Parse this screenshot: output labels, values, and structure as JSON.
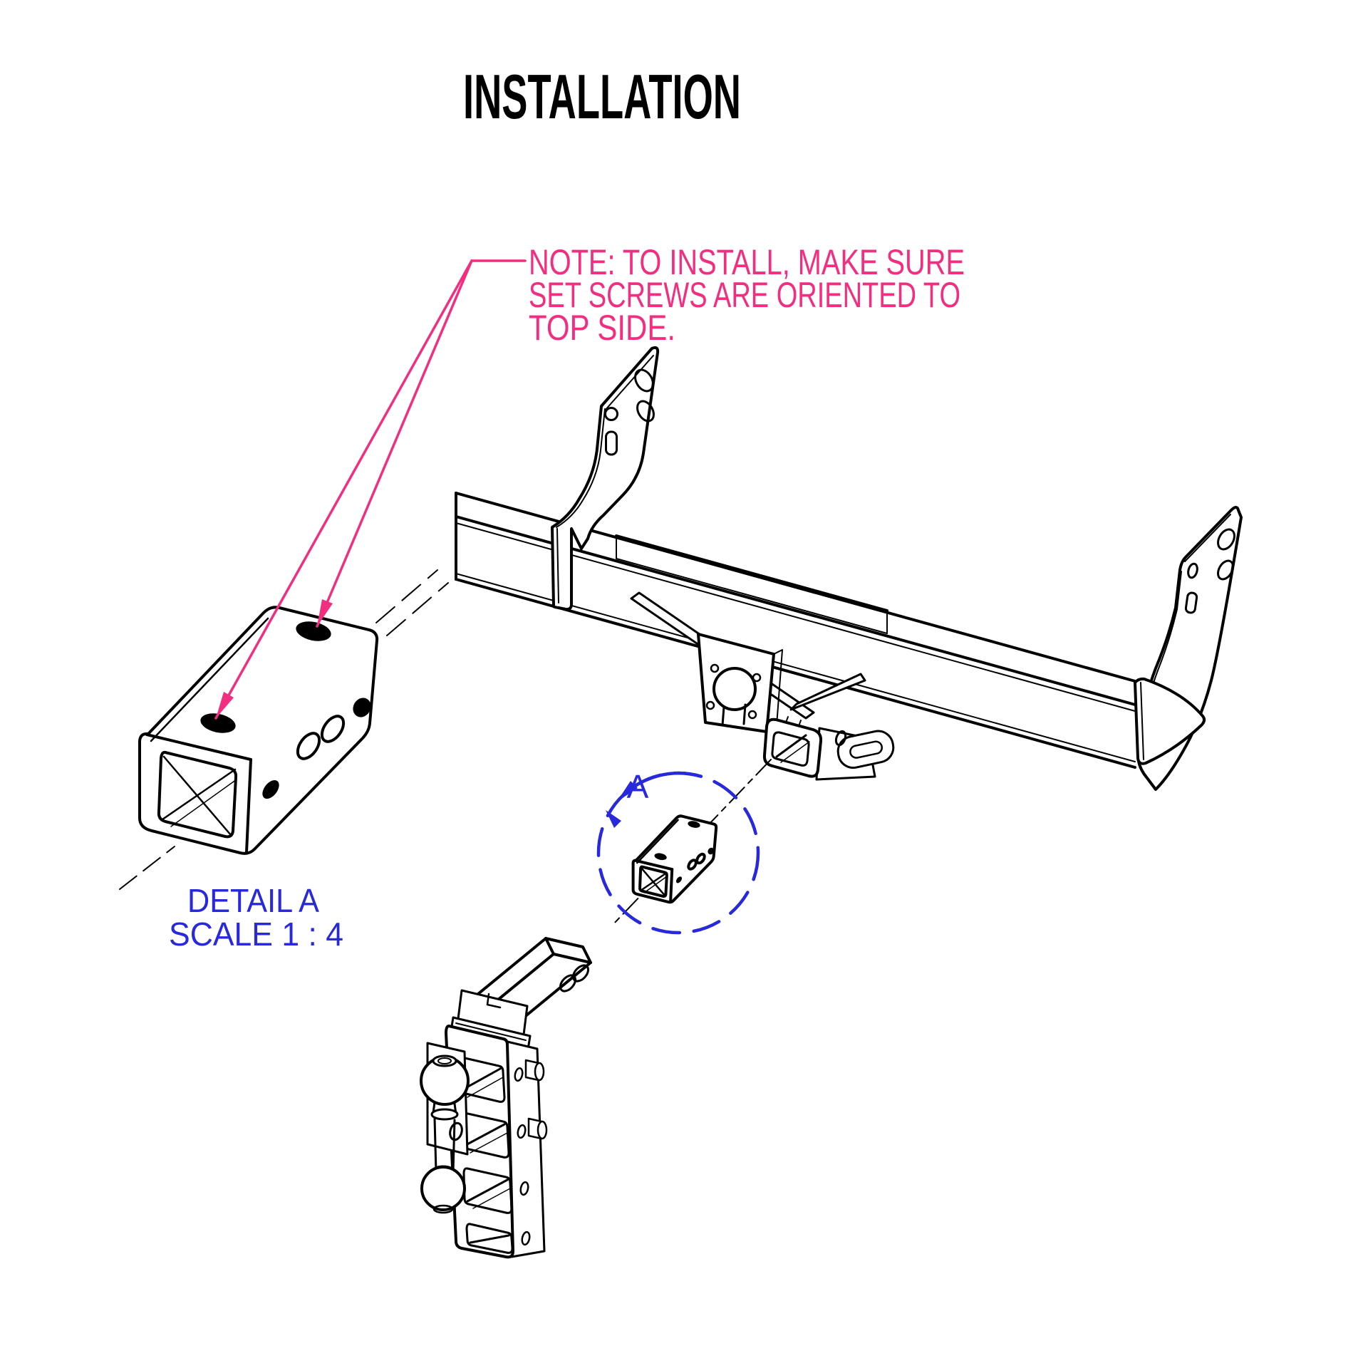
{
  "title": "INSTALLATION",
  "note": {
    "line1": "NOTE: TO INSTALL, MAKE SURE",
    "line2": "SET SCREWS ARE ORIENTED TO",
    "line3": "TOP SIDE."
  },
  "detail_view": {
    "label": "DETAIL A",
    "scale": "SCALE 1 : 4",
    "letter": "A"
  },
  "colors": {
    "annotation_pink": "#F22E80",
    "detail_blue": "#2828DC",
    "line_black": "#000000",
    "background": "#FFFFFF"
  }
}
